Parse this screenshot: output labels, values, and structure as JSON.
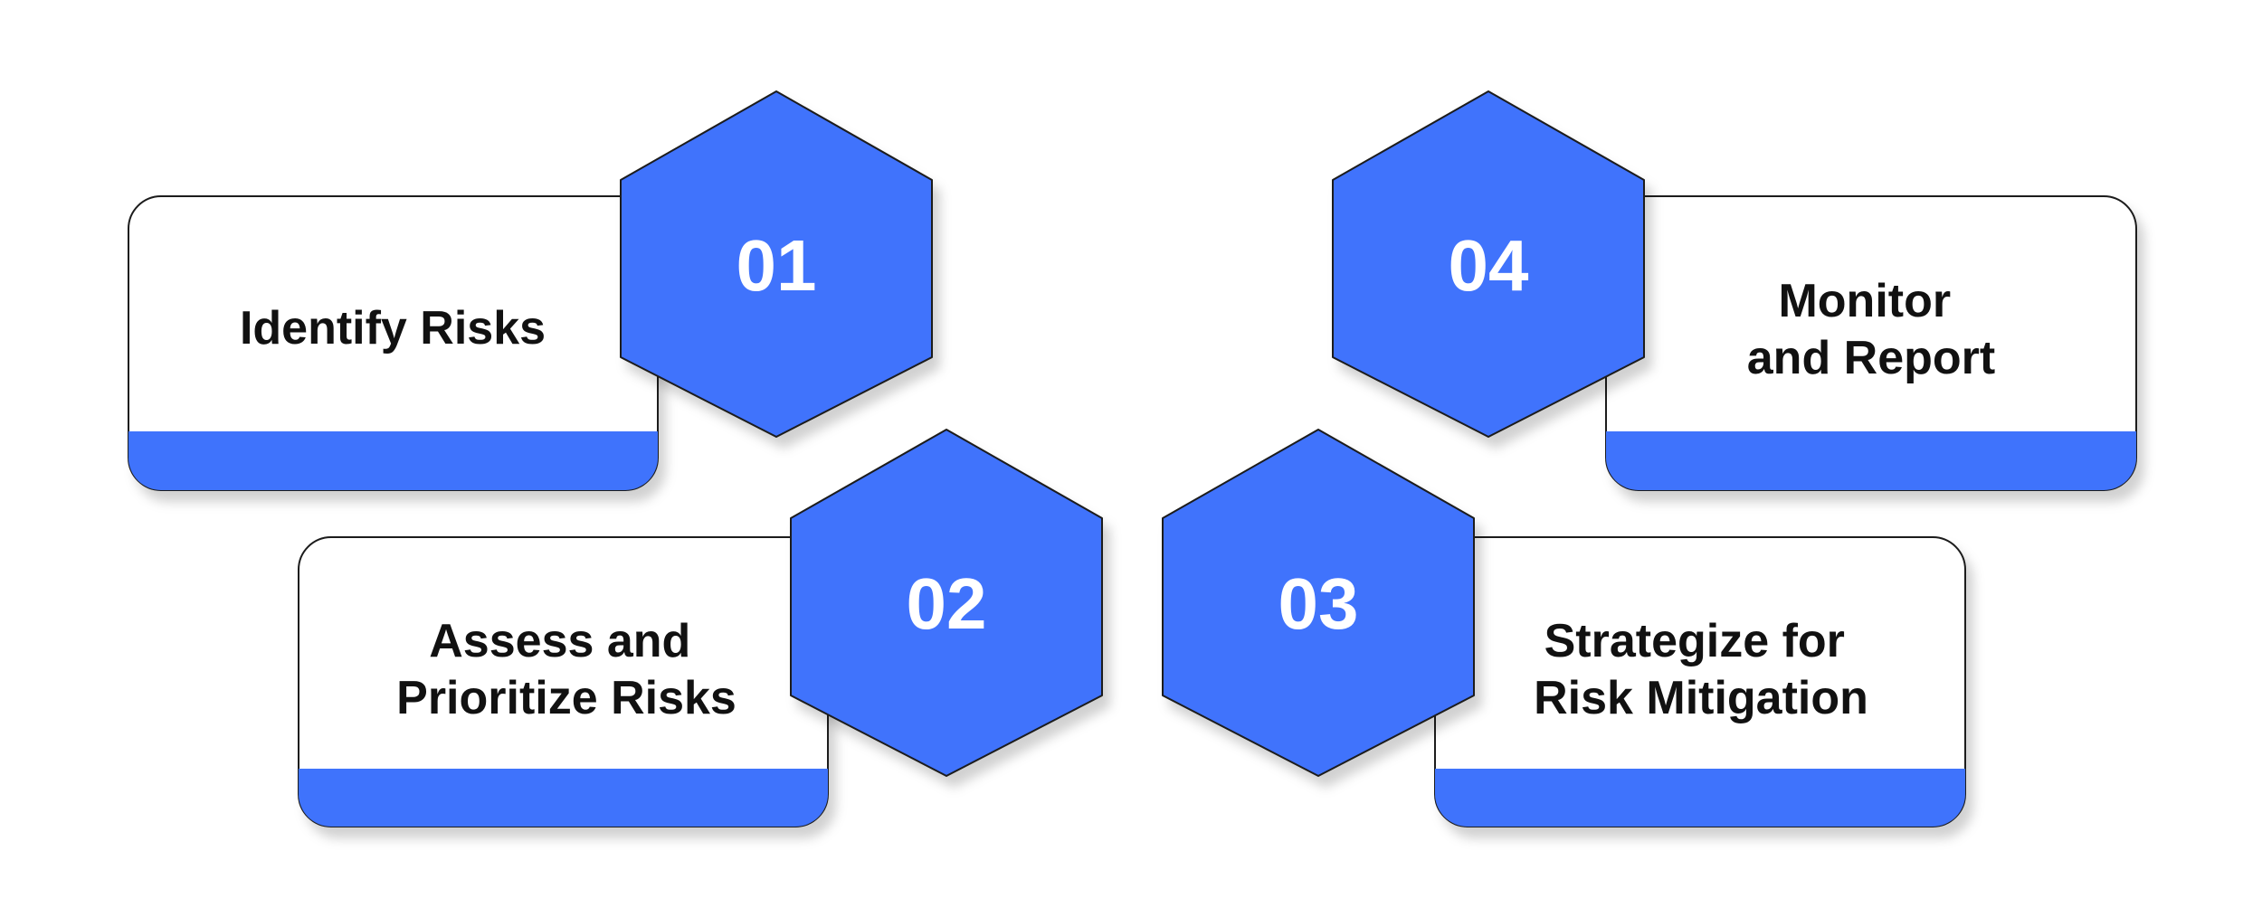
{
  "colors": {
    "accent": "#3f73fc",
    "card_fill": "#ffffff",
    "outline": "#1a1a1a",
    "label_text": "#111111",
    "number_text": "#ffffff",
    "shadow": "#cfcfcf"
  },
  "steps": [
    {
      "number": "01",
      "label_lines": [
        "Identify Risks"
      ]
    },
    {
      "number": "02",
      "label_lines": [
        "Assess and",
        "Prioritize Risks"
      ]
    },
    {
      "number": "03",
      "label_lines": [
        "Strategize for",
        "Risk Mitigation"
      ]
    },
    {
      "number": "04",
      "label_lines": [
        "Monitor",
        "and Report"
      ]
    }
  ]
}
